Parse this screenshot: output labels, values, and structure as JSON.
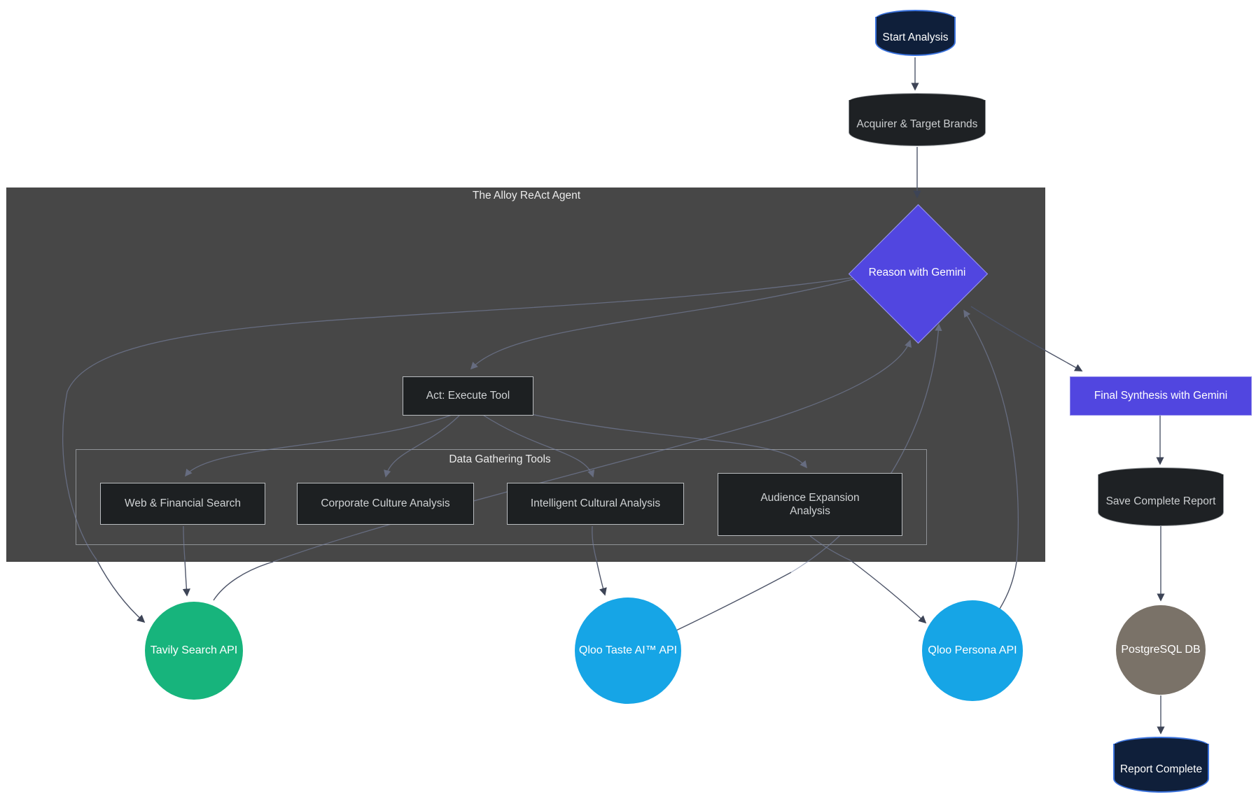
{
  "diagram": {
    "type": "flowchart",
    "agent_container_label": "The Alloy ReAct Agent",
    "tools_container_label": "Data Gathering Tools",
    "nodes": {
      "start": {
        "label": "Start Analysis",
        "shape": "cylinder",
        "fill": "#0f1f3a",
        "border": "#3a72dd"
      },
      "brands": {
        "label": "Acquirer & Target Brands",
        "shape": "cylinder",
        "fill": "#1e2124"
      },
      "reason": {
        "label": "Reason with Gemini",
        "shape": "diamond",
        "fill": "#5146e0"
      },
      "act": {
        "label": "Act: Execute Tool",
        "shape": "rect",
        "fill": "#1d2022"
      },
      "web": {
        "label": "Web & Financial Search",
        "shape": "rect",
        "fill": "#1d2022"
      },
      "corporate": {
        "label": "Corporate Culture Analysis",
        "shape": "rect",
        "fill": "#1d2022"
      },
      "intelligent": {
        "label": "Intelligent Cultural Analysis",
        "shape": "rect",
        "fill": "#1d2022"
      },
      "audience": {
        "label": "Audience Expansion Analysis",
        "shape": "rect",
        "fill": "#1d2022"
      },
      "final": {
        "label": "Final Synthesis with Gemini",
        "shape": "rect",
        "fill": "#5146e0"
      },
      "save": {
        "label": "Save Complete Report",
        "shape": "cylinder",
        "fill": "#1e2124"
      },
      "tavily": {
        "label": "Tavily Search API",
        "shape": "circle",
        "fill": "#17b47c"
      },
      "taste": {
        "label": "Qloo Taste AI™ API",
        "shape": "circle",
        "fill": "#16a5e6"
      },
      "persona": {
        "label": "Qloo Persona API",
        "shape": "circle",
        "fill": "#16a5e6"
      },
      "postgres": {
        "label": "PostgreSQL DB",
        "shape": "circle",
        "fill": "#7a7268"
      },
      "report": {
        "label": "Report Complete",
        "shape": "cylinder",
        "fill": "#0f1f3a",
        "border": "#3a72dd"
      }
    },
    "edges": [
      "start -> brands",
      "brands -> reason",
      "reason -> act",
      "act -> web",
      "act -> corporate",
      "act -> intelligent",
      "act -> audience",
      "web -> tavily",
      "reason -> tavily",
      "intelligent -> taste",
      "audience -> persona",
      "tavily -> reason",
      "taste -> reason",
      "persona -> reason",
      "reason -> final",
      "final -> save",
      "save -> postgres",
      "postgres -> report"
    ],
    "colors": {
      "canvas": "#ffffff",
      "agent_container_fill": "#474747",
      "purple_accent": "#5146e0",
      "dark_node_fill": "#1d2022",
      "navy_fill": "#0f1f3a",
      "navy_border": "#3a72dd",
      "green_circle": "#17b47c",
      "blue_circle": "#16a5e6",
      "warm_gray_circle": "#7a7268",
      "edge_stroke": "#4d5468"
    }
  }
}
